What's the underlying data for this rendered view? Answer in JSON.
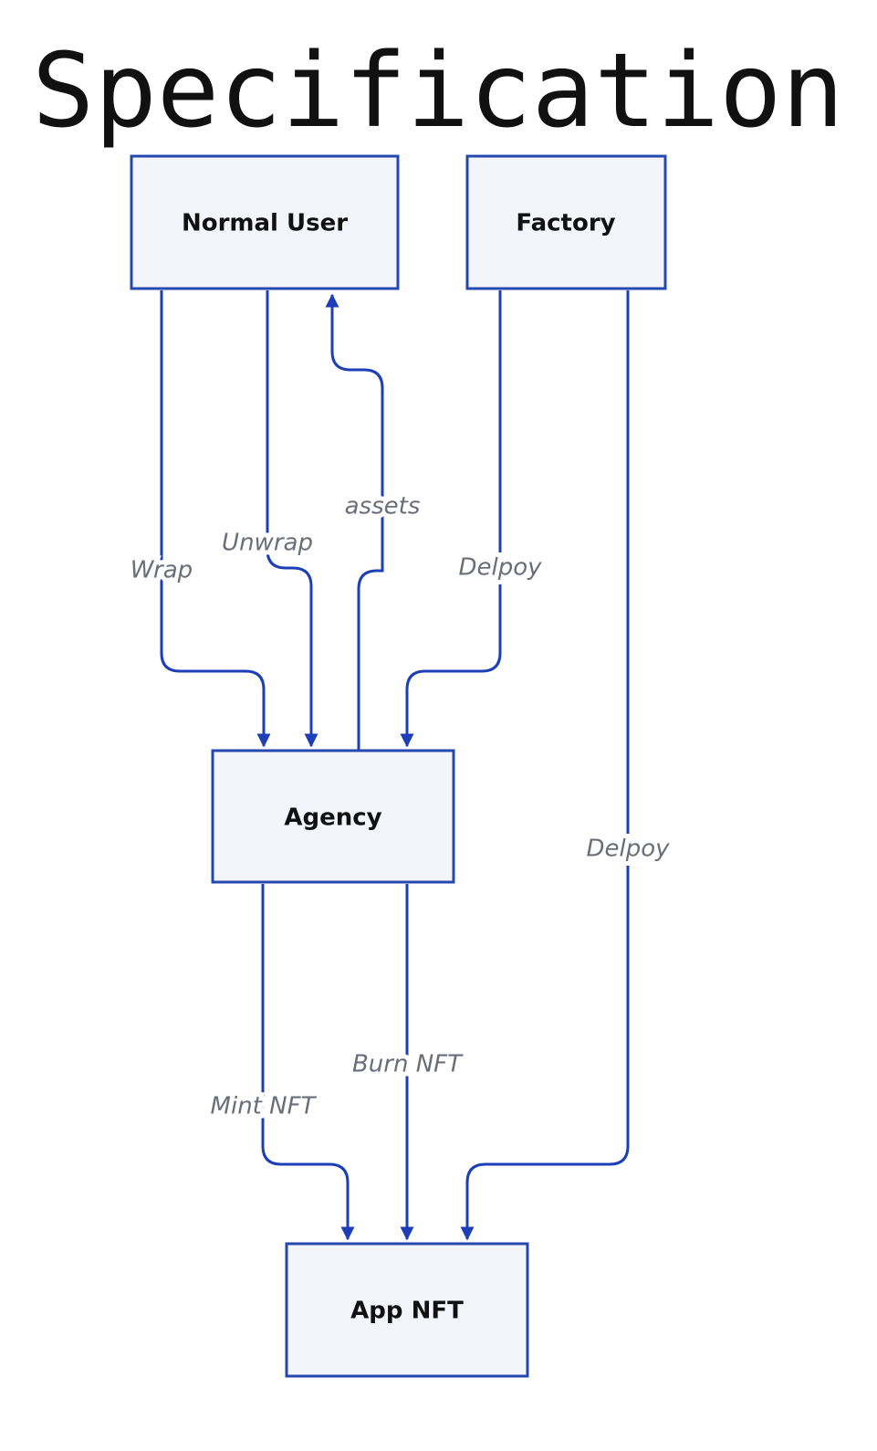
{
  "title": "Specification",
  "colors": {
    "line": "#1c3fb7",
    "node_border": "#2448b0",
    "node_fill": "#f4f5fb",
    "label": "#6b6d78"
  },
  "nodes": {
    "normal_user": "Normal User",
    "factory": "Factory",
    "agency": "Agency",
    "app_nft": "App NFT"
  },
  "edges": [
    {
      "from": "Normal User",
      "to": "Agency",
      "label": "Wrap"
    },
    {
      "from": "Normal User",
      "to": "Agency",
      "label": "Unwrap"
    },
    {
      "from": "Agency",
      "to": "Normal User",
      "label": "assets"
    },
    {
      "from": "Factory",
      "to": "Agency",
      "label": "Delpoy"
    },
    {
      "from": "Factory",
      "to": "App NFT",
      "label": "Delpoy"
    },
    {
      "from": "Agency",
      "to": "App NFT",
      "label": "Mint NFT"
    },
    {
      "from": "Agency",
      "to": "App NFT",
      "label": "Burn NFT"
    }
  ]
}
